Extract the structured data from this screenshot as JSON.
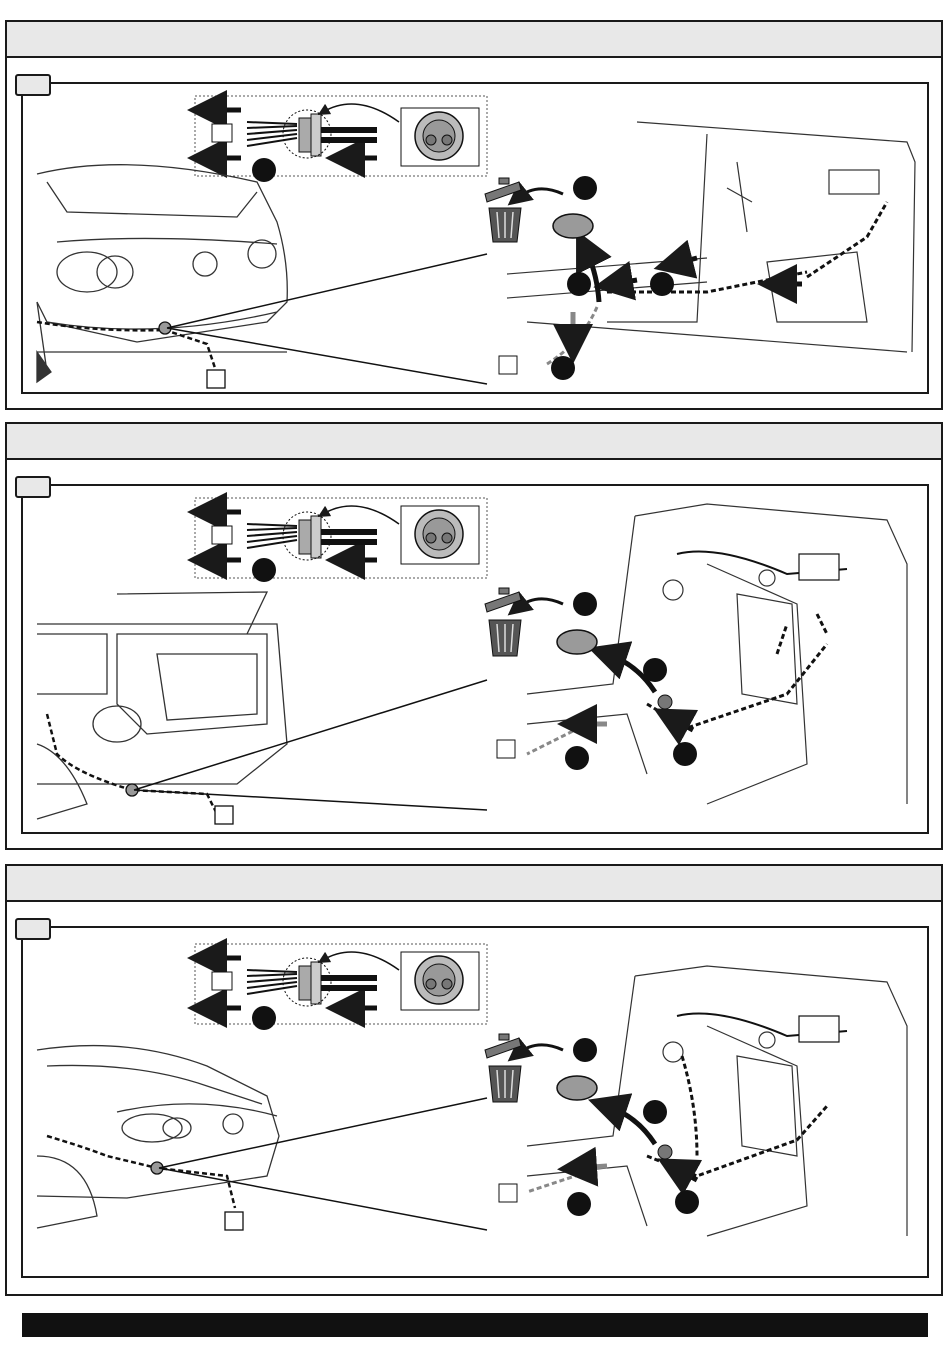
{
  "page": {
    "panels": [
      {
        "id": "panel-1",
        "variant": "sedan",
        "step_label": "",
        "header_text": "",
        "callouts": [
          "",
          "",
          "",
          "",
          "",
          ""
        ]
      },
      {
        "id": "panel-2",
        "variant": "estate",
        "step_label": "",
        "header_text": "",
        "callouts": [
          "",
          "",
          "",
          "",
          "",
          ""
        ]
      },
      {
        "id": "panel-3",
        "variant": "coupe",
        "step_label": "",
        "header_text": "",
        "callouts": [
          "",
          "",
          "",
          "",
          "",
          ""
        ]
      }
    ],
    "icons": [
      "trash-bin-icon",
      "grommet-icon",
      "cable-connector-icon",
      "arrow-icon",
      "vw-logo-icon"
    ],
    "colors": {
      "line": "#1a1a1a",
      "header_fill": "#e8e8e8",
      "grommet_fill": "#9a9a9a",
      "footer": "#111111"
    }
  }
}
